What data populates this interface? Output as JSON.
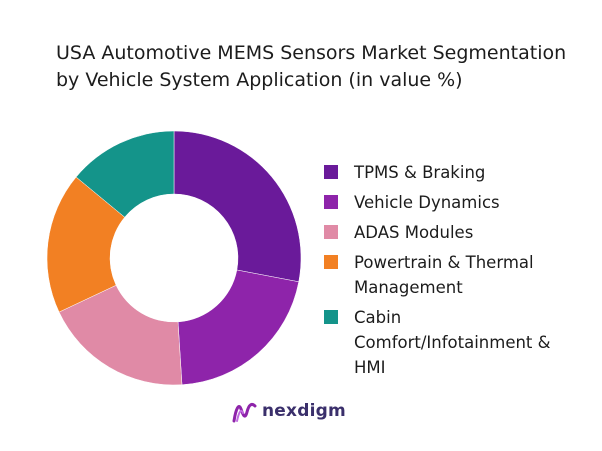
{
  "title": "USA Automotive MEMS Sensors Market Segmentation by Vehicle System Application (in value %)",
  "brand": {
    "name": "nexdigm",
    "logo_icon": "nexdigm-logo-icon"
  },
  "chart_data": {
    "type": "pie",
    "variant": "donut",
    "title": "USA Automotive MEMS Sensors Market Segmentation by Vehicle System Application (in value %)",
    "legend_position": "right",
    "categories": [
      "TPMS & Braking",
      "Vehicle Dynamics",
      "ADAS Modules",
      "Powertrain & Thermal Management",
      "Cabin Comfort/Infotainment & HMI"
    ],
    "legend_lines": [
      [
        "TPMS & Braking"
      ],
      [
        "Vehicle Dynamics"
      ],
      [
        "ADAS Modules"
      ],
      [
        "Powertrain & Thermal",
        "Management"
      ],
      [
        "Cabin",
        "Comfort/Infotainment &",
        "HMI"
      ]
    ],
    "values": [
      28,
      21,
      19,
      18,
      14
    ],
    "colors": [
      "#6a1a9a",
      "#8e24aa",
      "#e08aa6",
      "#f28023",
      "#14948a"
    ]
  }
}
